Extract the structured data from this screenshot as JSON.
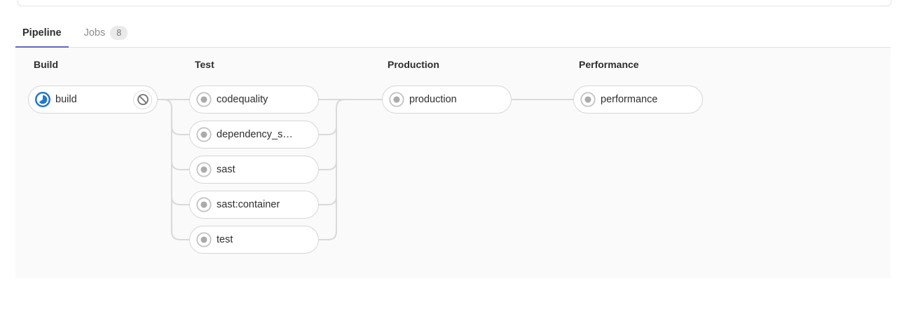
{
  "tabs": {
    "items": [
      {
        "label": "Pipeline",
        "active": true
      },
      {
        "label": "Jobs",
        "badge": "8",
        "active": false
      }
    ]
  },
  "colors": {
    "accent_tab_indicator": "#6666c4",
    "status_running_blue": "#1f78d1",
    "status_created_ring": "#c5c5c5",
    "status_created_dot": "#ababab",
    "connector_line": "#d9d9d9",
    "panel_background": "#fafafa"
  },
  "icons": {
    "running": "status-running-icon",
    "created": "status-created-icon",
    "cancel": "cancel-ban-icon"
  },
  "pipeline": {
    "stages": [
      {
        "name": "Build",
        "jobs": [
          {
            "label": "build",
            "status": "running",
            "action": "cancel"
          }
        ]
      },
      {
        "name": "Test",
        "jobs": [
          {
            "label": "codequality",
            "status": "created"
          },
          {
            "label": "dependency_s…",
            "status": "created"
          },
          {
            "label": "sast",
            "status": "created"
          },
          {
            "label": "sast:container",
            "status": "created"
          },
          {
            "label": "test",
            "status": "created"
          }
        ]
      },
      {
        "name": "Production",
        "jobs": [
          {
            "label": "production",
            "status": "created"
          }
        ]
      },
      {
        "name": "Performance",
        "jobs": [
          {
            "label": "performance",
            "status": "created"
          }
        ]
      }
    ]
  }
}
